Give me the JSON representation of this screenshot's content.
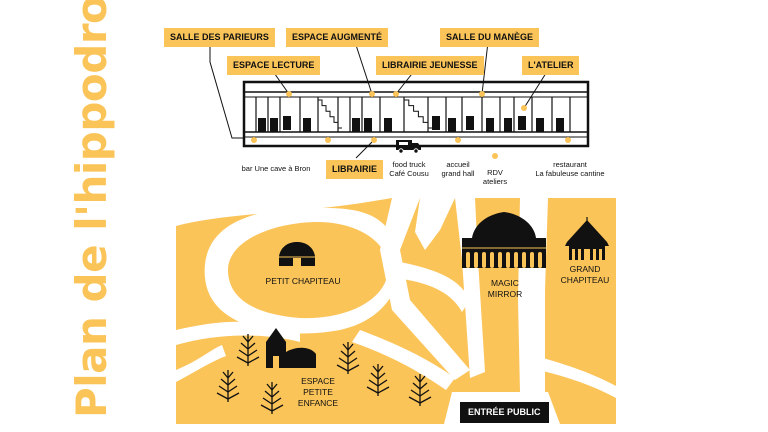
{
  "title": "Plan de l'hippodrome",
  "building_labels": [
    "SALLE DES PARIEURS",
    "ESPACE AUGMENTÉ",
    "SALLE DU MANÈGE",
    "ESPACE LECTURE",
    "LIBRAIRIE JEUNESSE",
    "L'ATELIER",
    "LIBRAIRIE"
  ],
  "notes": {
    "bar": "bar Une cave à Bron",
    "food_truck_1": "food truck",
    "food_truck_2": "Café Cousu",
    "accueil_1": "accueil",
    "accueil_2": "grand hall",
    "rdv_1": "RDV",
    "rdv_2": "ateliers",
    "restaurant_1": "restaurant",
    "restaurant_2": "La fabuleuse cantine"
  },
  "map": {
    "petit_chapiteau": "PETIT CHAPITEAU",
    "magic_mirror_1": "MAGIC",
    "magic_mirror_2": "MIRROR",
    "grand_chapiteau_1": "GRAND",
    "grand_chapiteau_2": "CHAPITEAU",
    "petite_enfance_1": "ESPACE",
    "petite_enfance_2": "PETITE",
    "petite_enfance_3": "ENFANCE",
    "entree": "ENTRÉE PUBLIC"
  },
  "colors": {
    "accent": "#fbc459",
    "ink": "#111111"
  },
  "icons": [
    "food-truck-icon",
    "yurt-icon",
    "magic-mirror-tent-icon",
    "circus-tent-icon",
    "church-icon",
    "tree-icon"
  ]
}
